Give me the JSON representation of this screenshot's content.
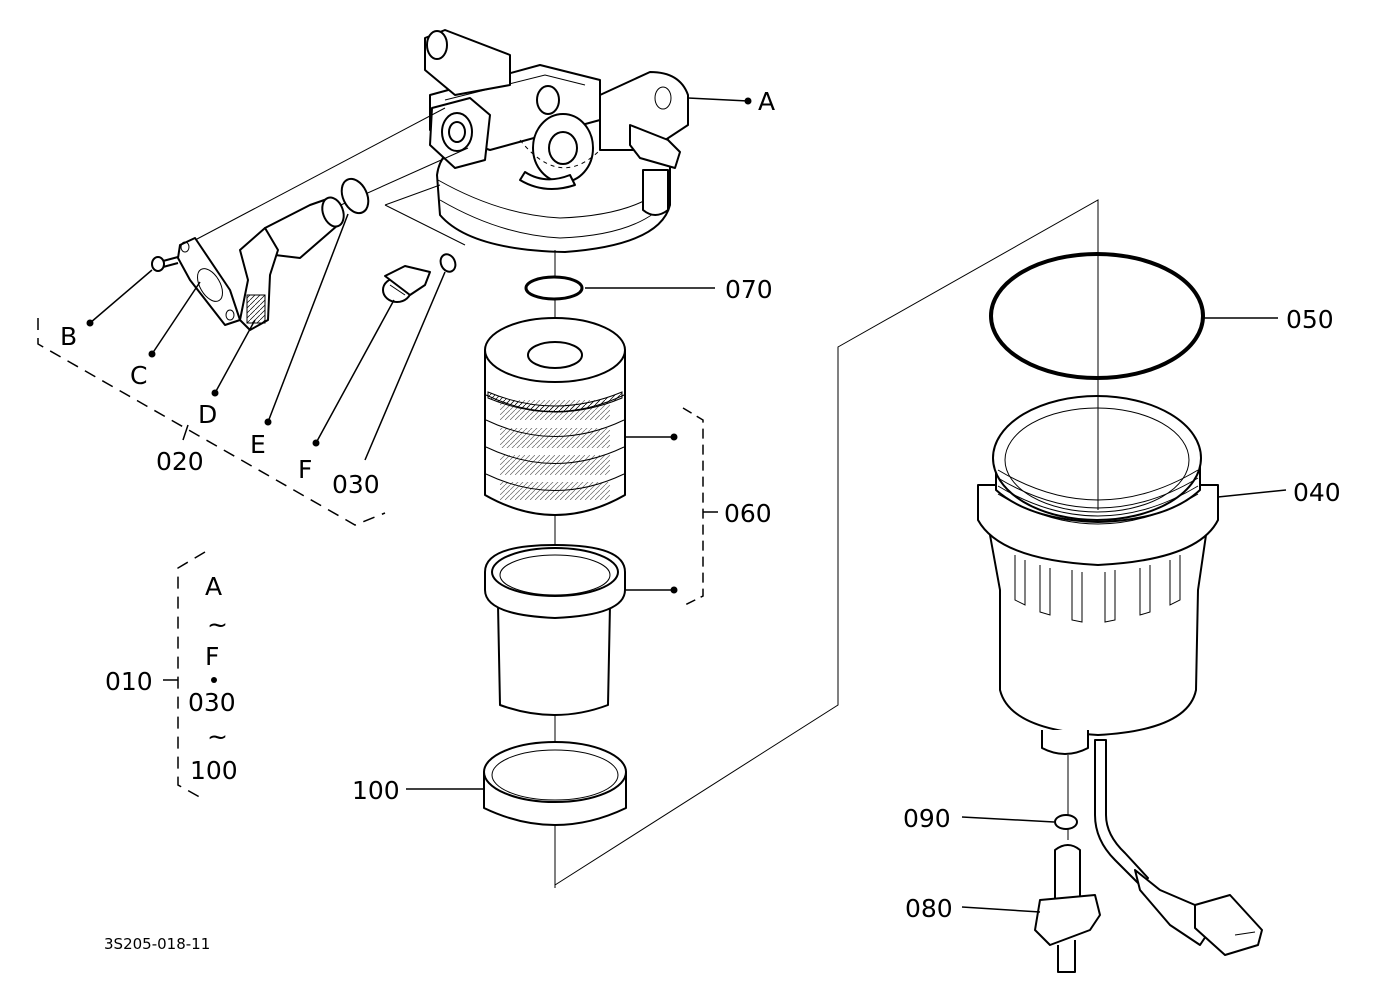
{
  "diagram": {
    "drawing_code": "3S205-018-11",
    "labels": {
      "A": "A",
      "B": "B",
      "C": "C",
      "D": "D",
      "E": "E",
      "F": "F",
      "p020": "020",
      "p030": "030",
      "p070": "070",
      "p060": "060",
      "p100": "100",
      "p050": "050",
      "p040": "040",
      "p090": "090",
      "p080": "080",
      "p010": "010"
    },
    "assembly_group": {
      "line1": "A",
      "line2": "~",
      "line3": "F",
      "line4": "030",
      "line5": "~",
      "line6": "100"
    }
  }
}
